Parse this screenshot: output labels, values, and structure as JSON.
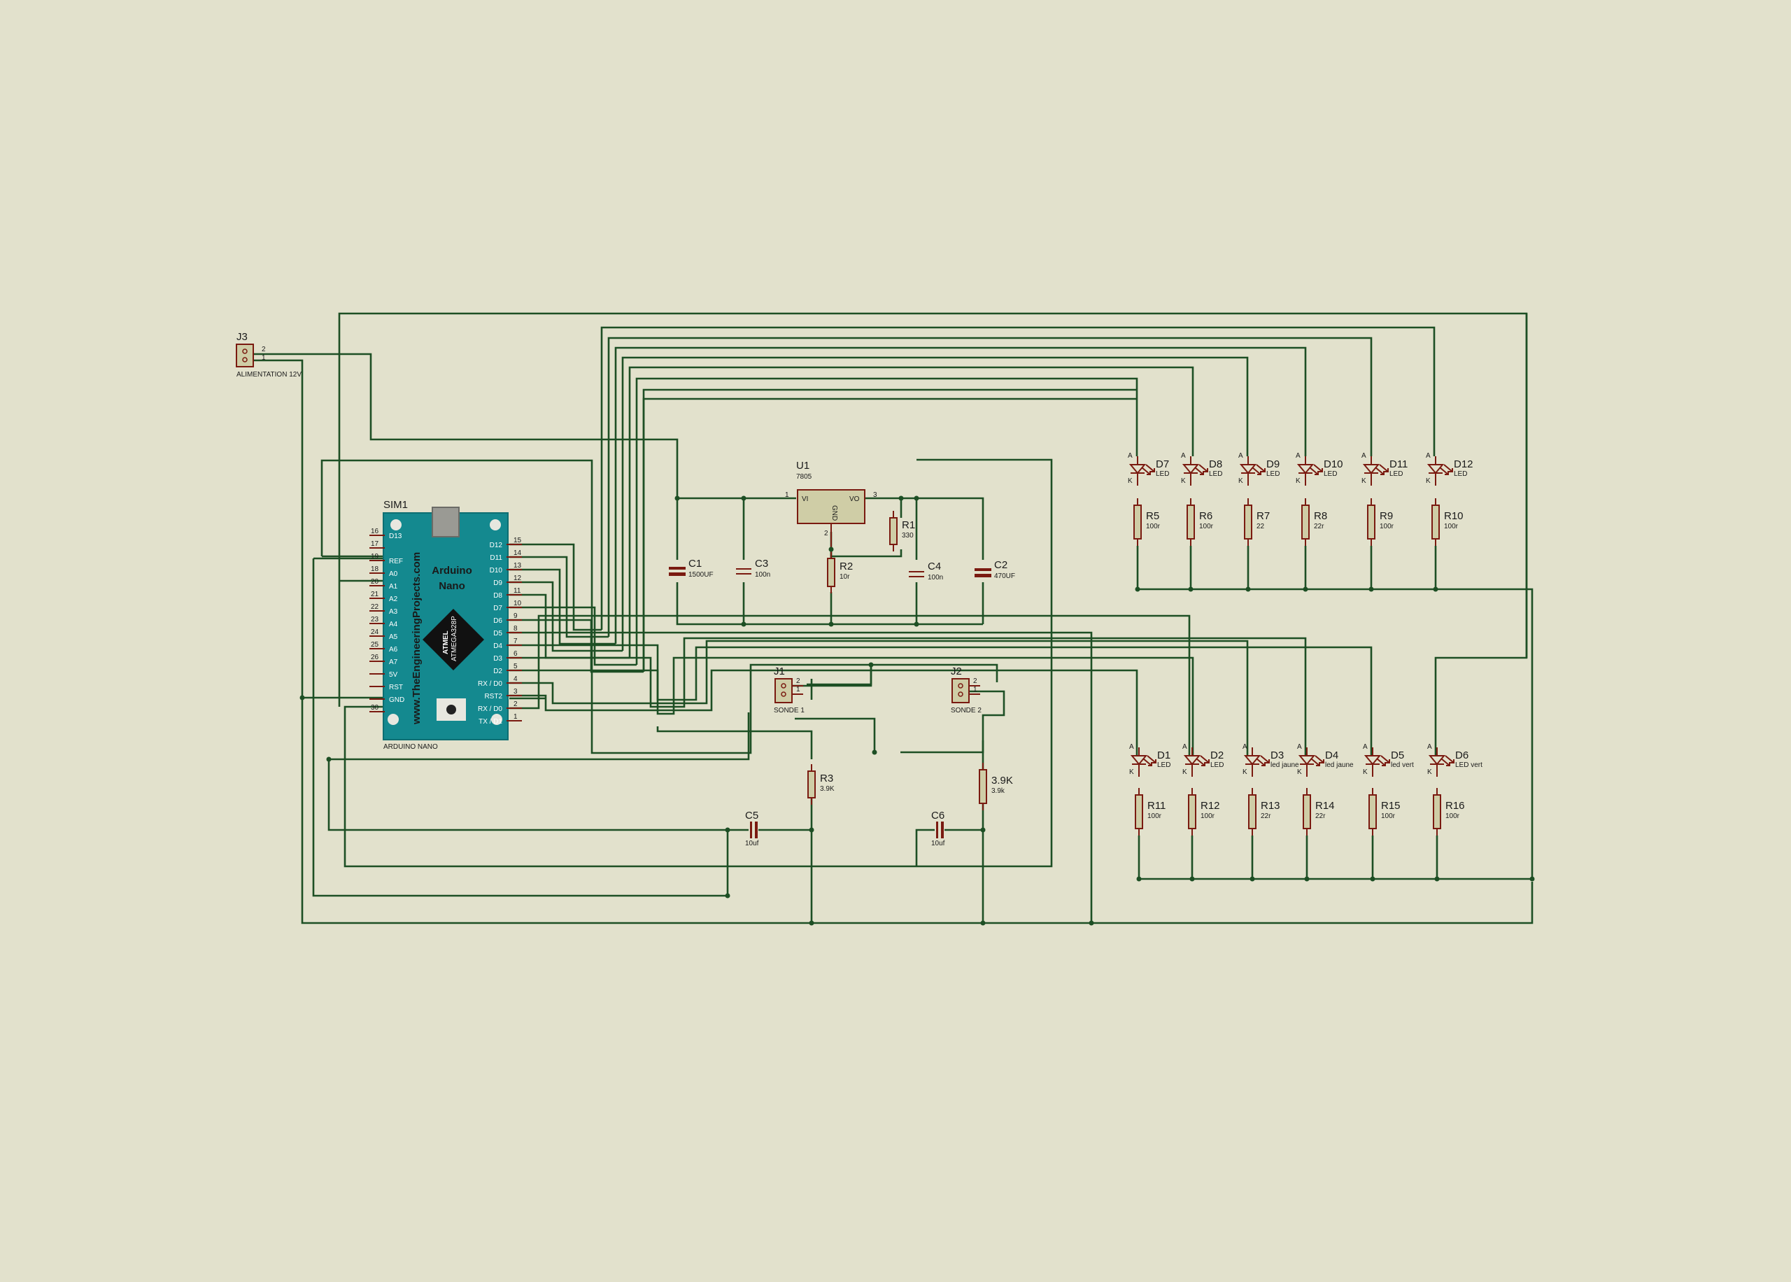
{
  "power": {
    "ref": "J3",
    "value": "ALIMENTATION 12V",
    "pin_top": "2",
    "pin_bot": "1"
  },
  "mcu": {
    "ref": "SIM1",
    "title_line1": "Arduino",
    "title_line2": "Nano",
    "website": "www.TheEngineeringProjects.com",
    "chip_line1": "ATMEL",
    "chip_line2": "ATMEGA328P",
    "bottom_label": "ARDUINO NANO",
    "left_pins": [
      {
        "num": "16",
        "name": "D13"
      },
      {
        "num": "17",
        "name": ""
      },
      {
        "num": "19",
        "name": "REF"
      },
      {
        "num": "18",
        "name": "A0"
      },
      {
        "num": "20",
        "name": "A1"
      },
      {
        "num": "21",
        "name": "A2"
      },
      {
        "num": "22",
        "name": "A3"
      },
      {
        "num": "23",
        "name": "A4"
      },
      {
        "num": "24",
        "name": "A5"
      },
      {
        "num": "25",
        "name": "A6"
      },
      {
        "num": "26",
        "name": "A7"
      },
      {
        "num": "",
        "name": "5V"
      },
      {
        "num": "",
        "name": "RST"
      },
      {
        "num": "",
        "name": "GND"
      },
      {
        "num": "30",
        "name": ""
      }
    ],
    "right_pins": [
      {
        "num": "15",
        "name": "D12"
      },
      {
        "num": "14",
        "name": "D11"
      },
      {
        "num": "13",
        "name": "D10"
      },
      {
        "num": "12",
        "name": "D9"
      },
      {
        "num": "11",
        "name": "D8"
      },
      {
        "num": "10",
        "name": "D7"
      },
      {
        "num": "9",
        "name": "D6"
      },
      {
        "num": "8",
        "name": "D5"
      },
      {
        "num": "7",
        "name": "D4"
      },
      {
        "num": "6",
        "name": "D3"
      },
      {
        "num": "5",
        "name": "D2"
      },
      {
        "num": "4",
        "name": "RX / D0"
      },
      {
        "num": "3",
        "name": "RST2"
      },
      {
        "num": "2",
        "name": "RX / D0"
      },
      {
        "num": "1",
        "name": "TX / D1"
      }
    ]
  },
  "regulator": {
    "ref": "U1",
    "value": "7805",
    "vi": "VI",
    "vo": "VO",
    "gnd": "GND",
    "pin1": "1",
    "pin2": "2",
    "pin3": "3"
  },
  "caps": {
    "c1": {
      "ref": "C1",
      "value": "1500UF"
    },
    "c3": {
      "ref": "C3",
      "value": "100n"
    },
    "c4": {
      "ref": "C4",
      "value": "100n"
    },
    "c2": {
      "ref": "C2",
      "value": "470UF"
    },
    "c5": {
      "ref": "C5",
      "value": "10uf"
    },
    "c6": {
      "ref": "C6",
      "value": "10uf"
    }
  },
  "res_reg": {
    "r1": {
      "ref": "R1",
      "value": "330"
    },
    "r2": {
      "ref": "R2",
      "value": "10r"
    },
    "r3": {
      "ref": "R3",
      "value": "3.9K"
    },
    "r4": {
      "ref": "3.9K",
      "value": "3.9k"
    }
  },
  "probes": {
    "j1": {
      "ref": "J1",
      "value": "SONDE 1"
    },
    "j2": {
      "ref": "J2",
      "value": "SONDE 2"
    }
  },
  "led_top": [
    {
      "d": "D7",
      "dv": "LED",
      "r": "R5",
      "rv": "100r"
    },
    {
      "d": "D8",
      "dv": "LED",
      "r": "R6",
      "rv": "100r"
    },
    {
      "d": "D9",
      "dv": "LED",
      "r": "R7",
      "rv": "22"
    },
    {
      "d": "D10",
      "dv": "LED",
      "r": "R8",
      "rv": "22r"
    },
    {
      "d": "D11",
      "dv": "LED",
      "r": "R9",
      "rv": "100r"
    },
    {
      "d": "D12",
      "dv": "LED",
      "r": "R10",
      "rv": "100r"
    }
  ],
  "led_bot": [
    {
      "d": "D1",
      "dv": "LED",
      "r": "R11",
      "rv": "100r"
    },
    {
      "d": "D2",
      "dv": "LED",
      "r": "R12",
      "rv": "100r"
    },
    {
      "d": "D3",
      "dv": "led jaune",
      "r": "R13",
      "rv": "22r"
    },
    {
      "d": "D4",
      "dv": "led jaune",
      "r": "R14",
      "rv": "22r"
    },
    {
      "d": "D5",
      "dv": "led vert",
      "r": "R15",
      "rv": "100r"
    },
    {
      "d": "D6",
      "dv": "LED vert",
      "r": "R16",
      "rv": "100r"
    }
  ],
  "pin_labels": {
    "a": "A",
    "k": "K",
    "one": "1",
    "two": "2"
  }
}
